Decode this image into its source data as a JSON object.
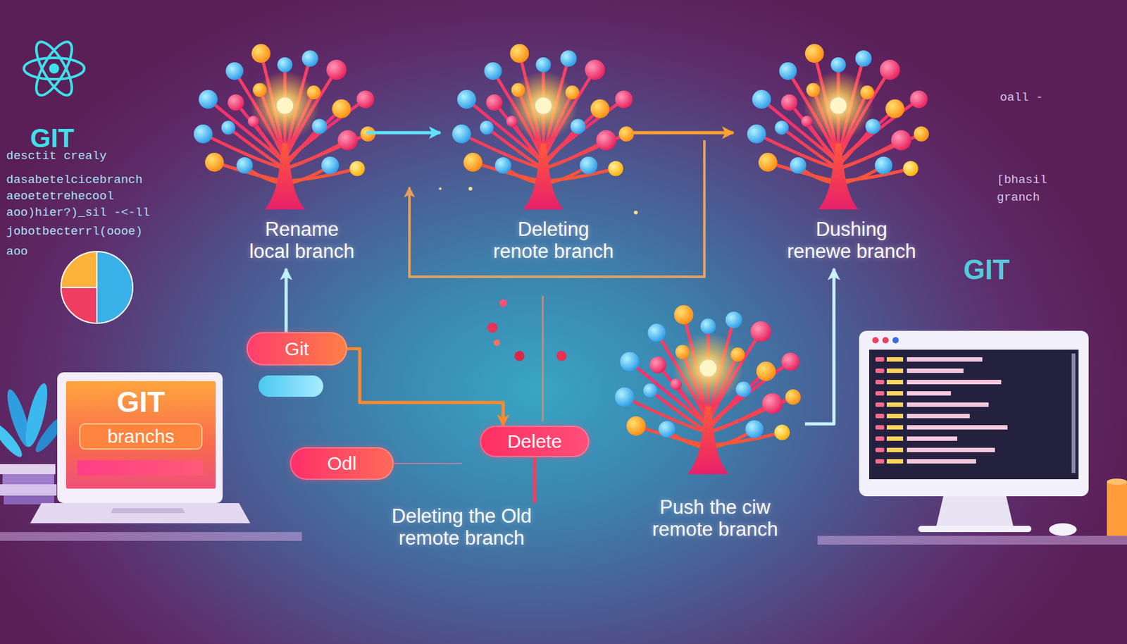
{
  "diagram": {
    "nodes": [
      {
        "text": [
          "Rename local branch"
        ]
      },
      {
        "text": [
          "Deleting renote branch"
        ]
      },
      {
        "text": [
          "Dushing renewe branch"
        ]
      },
      {
        "text": [
          "Git"
        ]
      },
      {
        "text": [
          "Delete"
        ]
      },
      {
        "text": [
          "Odl"
        ]
      },
      {
        "text": [
          "Deleting the Old remote branch"
        ]
      },
      {
        "text": [
          "Push the ciw remote branch"
        ]
      },
      {
        "text": [
          "GIT",
          "branchs"
        ]
      }
    ],
    "edges": [
      {
        "from": 0,
        "to": 1,
        "arrow": "to"
      },
      {
        "from": 1,
        "to": 2,
        "arrow": "to"
      },
      {
        "from": 3,
        "to": 0,
        "arrow": "to"
      },
      {
        "from": 3,
        "to": 4,
        "arrow": "to"
      },
      {
        "from": 4,
        "to": 6,
        "arrow": "none"
      },
      {
        "from": 7,
        "to": 2,
        "arrow": "to"
      }
    ],
    "labels": [
      "GIT",
      "desctit crealy",
      "dasabetelcicebranch",
      "aeoetetrehecool",
      "aoo)hier?)_sil -<-ll",
      "jobotbecterrl(oooe)",
      "aoo",
      "oall -",
      "[bhasil",
      "granch",
      "GIT"
    ]
  }
}
